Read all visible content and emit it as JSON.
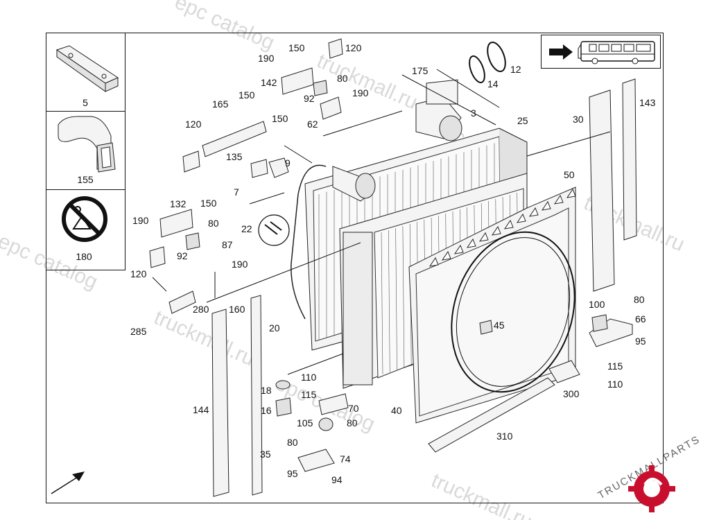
{
  "watermarks": [
    "epc catalog",
    "truckmall.ru",
    "epc catalog",
    "truckmall.ru",
    "epc catalog",
    "truckmall.ru",
    "epc catalog",
    "truckmall.ru"
  ],
  "legend": {
    "items": [
      {
        "label": "5",
        "icon": "bracket-plate-icon"
      },
      {
        "label": "155",
        "icon": "edge-seal-profile-icon"
      },
      {
        "label": "180",
        "icon": "not-available-prohibited-icon"
      }
    ]
  },
  "vehicle_indicator": {
    "icon": "bus-icon",
    "arrow": "arrow-right-icon"
  },
  "part_labels": [
    {
      "id": "150a",
      "text": "150"
    },
    {
      "id": "190a",
      "text": "190"
    },
    {
      "id": "120a",
      "text": "120"
    },
    {
      "id": "142",
      "text": "142"
    },
    {
      "id": "80a",
      "text": "80"
    },
    {
      "id": "175",
      "text": "175"
    },
    {
      "id": "12",
      "text": "12"
    },
    {
      "id": "14",
      "text": "14"
    },
    {
      "id": "143",
      "text": "143"
    },
    {
      "id": "165",
      "text": "165"
    },
    {
      "id": "150b",
      "text": "150"
    },
    {
      "id": "92a",
      "text": "92"
    },
    {
      "id": "190b",
      "text": "190"
    },
    {
      "id": "150c",
      "text": "150"
    },
    {
      "id": "62",
      "text": "62"
    },
    {
      "id": "3",
      "text": "3"
    },
    {
      "id": "25",
      "text": "25"
    },
    {
      "id": "30",
      "text": "30"
    },
    {
      "id": "120b",
      "text": "120"
    },
    {
      "id": "135",
      "text": "135"
    },
    {
      "id": "9",
      "text": "9"
    },
    {
      "id": "50",
      "text": "50"
    },
    {
      "id": "7",
      "text": "7"
    },
    {
      "id": "132",
      "text": "132"
    },
    {
      "id": "150d",
      "text": "150"
    },
    {
      "id": "190c",
      "text": "190"
    },
    {
      "id": "80b",
      "text": "80"
    },
    {
      "id": "22",
      "text": "22"
    },
    {
      "id": "87",
      "text": "87"
    },
    {
      "id": "92b",
      "text": "92"
    },
    {
      "id": "190d",
      "text": "190"
    },
    {
      "id": "120c",
      "text": "120"
    },
    {
      "id": "280",
      "text": "280"
    },
    {
      "id": "160",
      "text": "160"
    },
    {
      "id": "100",
      "text": "100"
    },
    {
      "id": "80c",
      "text": "80"
    },
    {
      "id": "66",
      "text": "66"
    },
    {
      "id": "285",
      "text": "285"
    },
    {
      "id": "20",
      "text": "20"
    },
    {
      "id": "45",
      "text": "45"
    },
    {
      "id": "95a",
      "text": "95"
    },
    {
      "id": "115a",
      "text": "115"
    },
    {
      "id": "110a",
      "text": "110"
    },
    {
      "id": "18",
      "text": "18"
    },
    {
      "id": "110b",
      "text": "110"
    },
    {
      "id": "115b",
      "text": "115"
    },
    {
      "id": "144",
      "text": "144"
    },
    {
      "id": "16",
      "text": "16"
    },
    {
      "id": "70",
      "text": "70"
    },
    {
      "id": "300",
      "text": "300"
    },
    {
      "id": "40",
      "text": "40"
    },
    {
      "id": "105",
      "text": "105"
    },
    {
      "id": "80d",
      "text": "80"
    },
    {
      "id": "310",
      "text": "310"
    },
    {
      "id": "80e",
      "text": "80"
    },
    {
      "id": "35",
      "text": "35"
    },
    {
      "id": "74",
      "text": "74"
    },
    {
      "id": "95b",
      "text": "95"
    },
    {
      "id": "94",
      "text": "94"
    }
  ],
  "brand": {
    "name": "TRUCKMALLPARTS",
    "accent": "#c8102e"
  },
  "colors": {
    "line": "#111111",
    "watermark": "#d9d9d9",
    "brand_red": "#c8102e"
  }
}
